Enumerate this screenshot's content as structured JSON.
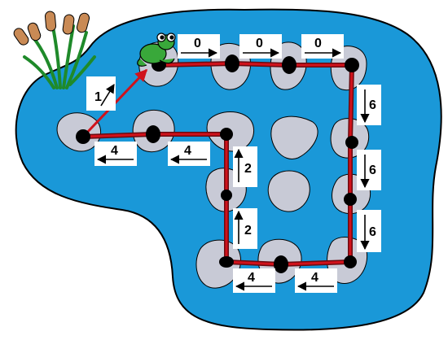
{
  "colors": {
    "pond": "#1a98d8",
    "pond_outline": "#000000",
    "stone": "#c8cad6",
    "path": "#d0121b",
    "node": "#000000",
    "frog": "#39a83a",
    "reed_leaf": "#1f8a2a",
    "cattail": "#c98a55"
  },
  "icons": [
    "frog-icon",
    "cattail-reeds-icon",
    "stepping-stone-icon"
  ],
  "path_labels": {
    "diag": "1",
    "top1": "0",
    "top2": "0",
    "top3": "0",
    "right1": "6",
    "right2": "6",
    "right3": "6",
    "bot1": "4",
    "bot2": "4",
    "mid1": "2",
    "mid2": "2",
    "left1": "4",
    "left2": "4"
  }
}
